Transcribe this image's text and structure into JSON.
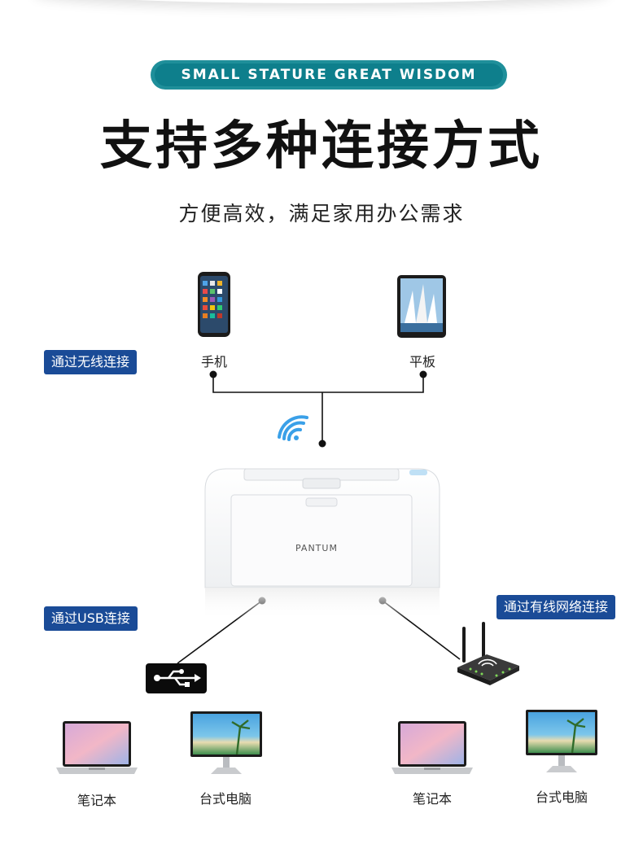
{
  "banner": {
    "slogan": "SMALL STATURE GREAT WISDOM",
    "title": "支持多种连接方式",
    "subtitle": "方便高效，满足家用办公需求"
  },
  "wireless": {
    "tag": "通过无线连接",
    "devices": {
      "phone": "手机",
      "tablet": "平板"
    }
  },
  "usb": {
    "tag": "通过USB连接",
    "devices": {
      "laptop": "笔记本",
      "desktop": "台式电脑"
    }
  },
  "wired": {
    "tag": "通过有线网络连接",
    "devices": {
      "laptop": "笔记本",
      "desktop": "台式电脑"
    }
  },
  "printer": {
    "brand": "PANTUM"
  },
  "colors": {
    "pill": "#0e7f8c",
    "tag": "#1a4b97",
    "wifi": "#3aa0e8",
    "line": "#111111"
  },
  "icons": [
    "wifi-icon",
    "usb-icon",
    "router-icon",
    "printer-icon",
    "phone-icon",
    "tablet-icon",
    "laptop-icon",
    "monitor-icon"
  ]
}
